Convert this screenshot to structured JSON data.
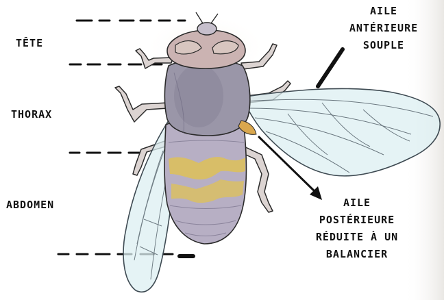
{
  "labels": {
    "head": "TÊTE",
    "thorax": "THORAX",
    "abdomen": "ABDOMEN",
    "forewing": [
      "AILE",
      "ANTÉRIEURE",
      "SOUPLE"
    ],
    "hindwing": [
      "AILE",
      "POSTÉRIEURE",
      "RÉDUITE À UN",
      "BALANCIER"
    ]
  },
  "colors": {
    "ink": "#111111",
    "wing_fill": "#dceff1",
    "wing_vein": "#54616a",
    "body_grey": "#a59fb3",
    "thorax_grey": "#8e8a9d",
    "band_yellow": "#dcc05e",
    "eye_pink": "#cbb3b2",
    "leg": "#dcd4d2"
  }
}
